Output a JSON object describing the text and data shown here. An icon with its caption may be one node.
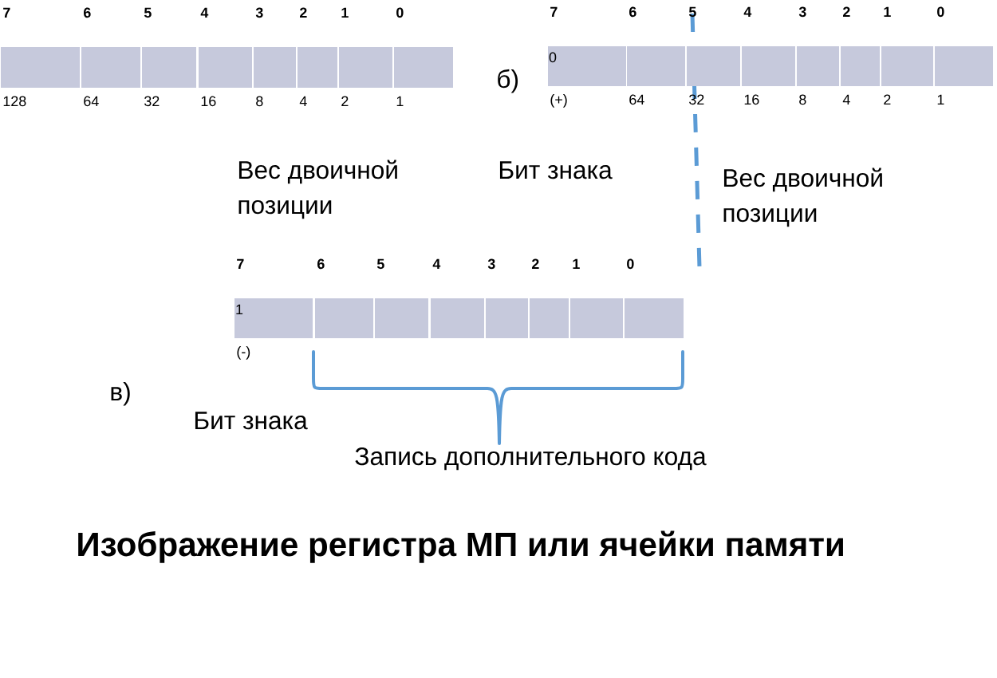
{
  "diagram": {
    "title": "Изображение регистра МП или ячейки памяти",
    "nodes": [
      {
        "text": [],
        "shape": "box",
        "beside": [
          "7",
          "128"
        ]
      },
      {
        "text": [],
        "shape": "box",
        "beside": [
          "6",
          "64"
        ]
      },
      {
        "text": [],
        "shape": "box",
        "beside": [
          "5",
          "32"
        ]
      },
      {
        "text": [],
        "shape": "box",
        "beside": [
          "4",
          "16"
        ]
      },
      {
        "text": [],
        "shape": "box",
        "beside": [
          "3",
          "8"
        ]
      },
      {
        "text": [],
        "shape": "box",
        "beside": [
          "2",
          "4"
        ]
      },
      {
        "text": [],
        "shape": "box",
        "beside": [
          "1",
          "2"
        ]
      },
      {
        "text": [],
        "shape": "box",
        "beside": [
          "0",
          "1"
        ]
      },
      {
        "text": [
          "0"
        ],
        "beside": [
          "7",
          "(+)"
        ]
      },
      {
        "text": [],
        "shape": "box",
        "beside": [
          "6",
          "64"
        ]
      },
      {
        "text": [],
        "shape": "box",
        "beside": [
          "5",
          "32"
        ]
      },
      {
        "text": [],
        "shape": "box",
        "beside": [
          "4",
          "16"
        ]
      },
      {
        "text": [],
        "shape": "box",
        "beside": [
          "3",
          "8"
        ]
      },
      {
        "text": [],
        "shape": "box",
        "beside": [
          "2",
          "4"
        ]
      },
      {
        "text": [],
        "shape": "box",
        "beside": [
          "1",
          "2"
        ]
      },
      {
        "text": [],
        "shape": "box",
        "beside": [
          "0",
          "1"
        ]
      },
      {
        "text": [
          "1"
        ],
        "beside": [
          "7",
          "(-)"
        ]
      },
      {
        "text": [],
        "shape": "box",
        "beside": [
          "6"
        ]
      },
      {
        "text": [],
        "shape": "box",
        "beside": [
          "5"
        ]
      },
      {
        "text": [],
        "shape": "box",
        "beside": [
          "4"
        ]
      },
      {
        "text": [],
        "shape": "box",
        "beside": [
          "3"
        ]
      },
      {
        "text": [],
        "shape": "box",
        "beside": [
          "2"
        ]
      },
      {
        "text": [],
        "shape": "box",
        "beside": [
          "1"
        ]
      },
      {
        "text": [],
        "shape": "box",
        "beside": [
          "0"
        ]
      }
    ],
    "labels": [
      "б)",
      "Вес двоичной позиции",
      "Бит знака",
      "Вес двоичной позиции",
      "в)",
      "Бит знака",
      "Запись дополнительного кода"
    ]
  }
}
